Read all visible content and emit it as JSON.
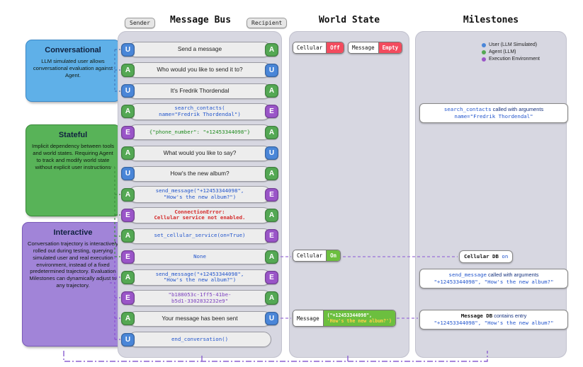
{
  "side_panels": {
    "conversational": {
      "title": "Conversational",
      "body": "LLM simulated user allows conversational evaluation against Agent."
    },
    "stateful": {
      "title": "Stateful",
      "body": "Implicit dependency between tools and world states. Requiring Agent to track and modify world state without explicit user instructions"
    },
    "interactive": {
      "title": "Interactive",
      "body": "Conversation trajectory is interactively rolled out during testing, querying simulated user and real execution environment, instead of a fixed predetermined trajectory. Evaluation Milestones can dynamically adjust to any trajectory."
    }
  },
  "message_bus": {
    "title": "Message Bus",
    "sender_label": "Sender",
    "recipient_label": "Recipient",
    "rows": [
      {
        "from": "U",
        "to": "A",
        "style": "plain",
        "lines": [
          "Send a message"
        ]
      },
      {
        "from": "A",
        "to": "U",
        "style": "plain",
        "lines": [
          "Who would you like to send it to?"
        ]
      },
      {
        "from": "U",
        "to": "A",
        "style": "plain",
        "lines": [
          "It's Fredrik Thordendal"
        ]
      },
      {
        "from": "A",
        "to": "E",
        "style": "code-blue",
        "lines": [
          "search_contacts(",
          "name=\"Fredrik Thordendal\")"
        ]
      },
      {
        "from": "E",
        "to": "A",
        "style": "code-green",
        "lines": [
          "{\"phone_number\": \"+12453344098\"}"
        ]
      },
      {
        "from": "A",
        "to": "U",
        "style": "plain",
        "lines": [
          "What would you like to say?"
        ]
      },
      {
        "from": "U",
        "to": "A",
        "style": "plain",
        "lines": [
          "How's the new album?"
        ]
      },
      {
        "from": "A",
        "to": "E",
        "style": "code-blue",
        "lines": [
          "send_message(\"+12453344098\",",
          "\"How's the new album?\")"
        ]
      },
      {
        "from": "E",
        "to": "A",
        "style": "code-red",
        "lines": [
          "ConnectionError:",
          "Cellular service not enabled."
        ]
      },
      {
        "from": "A",
        "to": "E",
        "style": "code-blue",
        "lines": [
          "set_cellular_service(on=True)"
        ]
      },
      {
        "from": "E",
        "to": "A",
        "style": "code-blue",
        "lines": [
          "None"
        ]
      },
      {
        "from": "A",
        "to": "E",
        "style": "code-blue",
        "lines": [
          "send_message(\"+12453344098\",",
          "\"How's the new album?\")"
        ]
      },
      {
        "from": "E",
        "to": "A",
        "style": "code-purple",
        "lines": [
          "\"b188053c-1ff5-41be-",
          "b5d1-3302832232e9\""
        ]
      },
      {
        "from": "A",
        "to": "U",
        "style": "plain",
        "lines": [
          "Your message has been sent"
        ]
      },
      {
        "from": "U",
        "to": "",
        "style": "code-blue",
        "lines": [
          "end_conversation()"
        ]
      }
    ]
  },
  "world_state": {
    "title": "World State",
    "initial_cellular": {
      "key": "Cellular",
      "value": "Off"
    },
    "initial_message": {
      "key": "Message",
      "value": "Empty"
    },
    "cellular_on": {
      "key": "Cellular",
      "value": "On"
    },
    "message_final": {
      "key": "Message",
      "lines": [
        "(\"+12453344098\",",
        "'How's the new album?')"
      ]
    }
  },
  "milestones": {
    "title": "Milestones",
    "legend": [
      {
        "label": "User (LLM Simulated)",
        "color": "#4a86d8"
      },
      {
        "label": "Agent (LLM)",
        "color": "#54a854"
      },
      {
        "label": "Execution Environment",
        "color": "#9a55c8"
      }
    ],
    "items": [
      {
        "lines": [
          [
            {
              "text": "search_contacts",
              "style": "code"
            },
            {
              "text": " called with arguments",
              "style": "label"
            }
          ],
          [
            {
              "text": "name=\"Fredrik Thordendal\"",
              "style": "code"
            }
          ]
        ]
      },
      {
        "lines": [
          [
            {
              "text": "Cellular DB",
              "style": "db"
            },
            {
              "text": " on",
              "style": "code"
            }
          ]
        ]
      },
      {
        "lines": [
          [
            {
              "text": "send_message",
              "style": "code"
            },
            {
              "text": " called with arguments",
              "style": "label"
            }
          ],
          [
            {
              "text": "\"+12453344098\", \"How's the new album?\"",
              "style": "code"
            }
          ]
        ]
      },
      {
        "lines": [
          [
            {
              "text": "Message DB",
              "style": "db"
            },
            {
              "text": " contains entry",
              "style": "label"
            }
          ],
          [
            {
              "text": "\"+12453344098\", \"How's the new album?\"",
              "style": "code"
            }
          ]
        ]
      }
    ]
  },
  "colors": {
    "user_badge": "#4a86d8",
    "agent_badge": "#54a854",
    "env_badge": "#9a55c8",
    "state_off": "#f34b5e",
    "state_on": "#6cbf3f",
    "code_blue": "#2255cc",
    "code_green": "#1e8a1e",
    "code_red": "#d42a2a",
    "code_purple": "#7b3fbf"
  }
}
